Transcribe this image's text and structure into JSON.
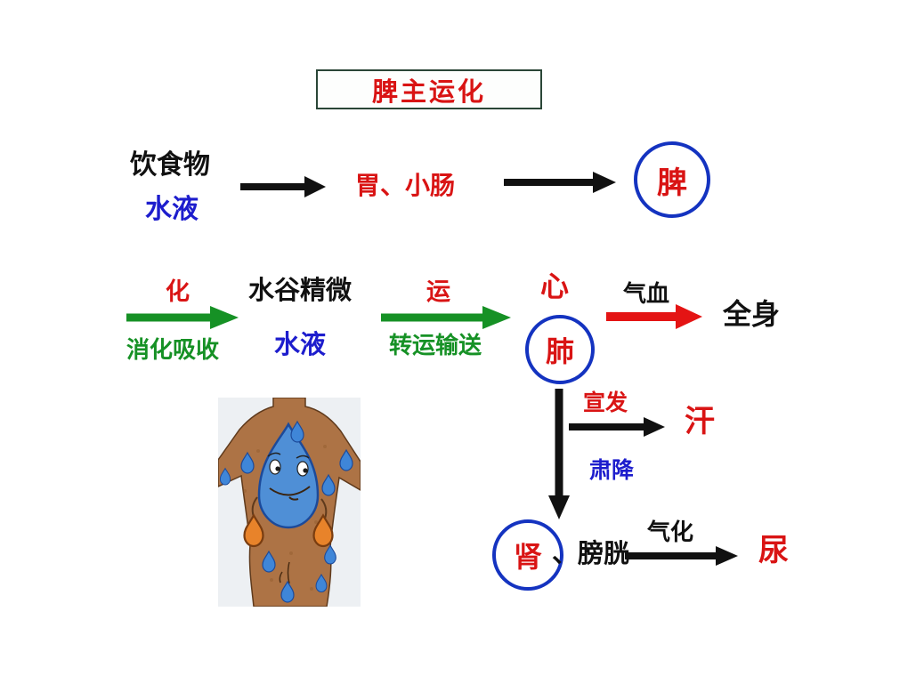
{
  "title": "脾主运化",
  "colors": {
    "red": "#d91414",
    "blue": "#1d1dcd",
    "green": "#169125",
    "circle_blue": "#1433c0",
    "black": "#111111",
    "box_border": "#2a4637"
  },
  "flow1": {
    "food": "饮食物",
    "fluid": "水液",
    "stomach_intestine": "胃、小肠",
    "spleen": "脾"
  },
  "flow2": {
    "transform": "化",
    "digest_absorb": "消化吸收",
    "essence": "水谷精微",
    "fluid": "水液",
    "transport": "运",
    "convey": "转运输送",
    "heart": "心",
    "lung": "肺",
    "qi_blood": "气血",
    "whole_body": "全身"
  },
  "branch": {
    "dispersal": "宣发",
    "sweat": "汗",
    "descent": "肃降"
  },
  "flow3": {
    "kidney": "肾",
    "separator": "、",
    "bladder": "膀胱",
    "qi_transform": "气化",
    "urine": "尿"
  },
  "illustration": {
    "name": "body-with-water-drop"
  }
}
